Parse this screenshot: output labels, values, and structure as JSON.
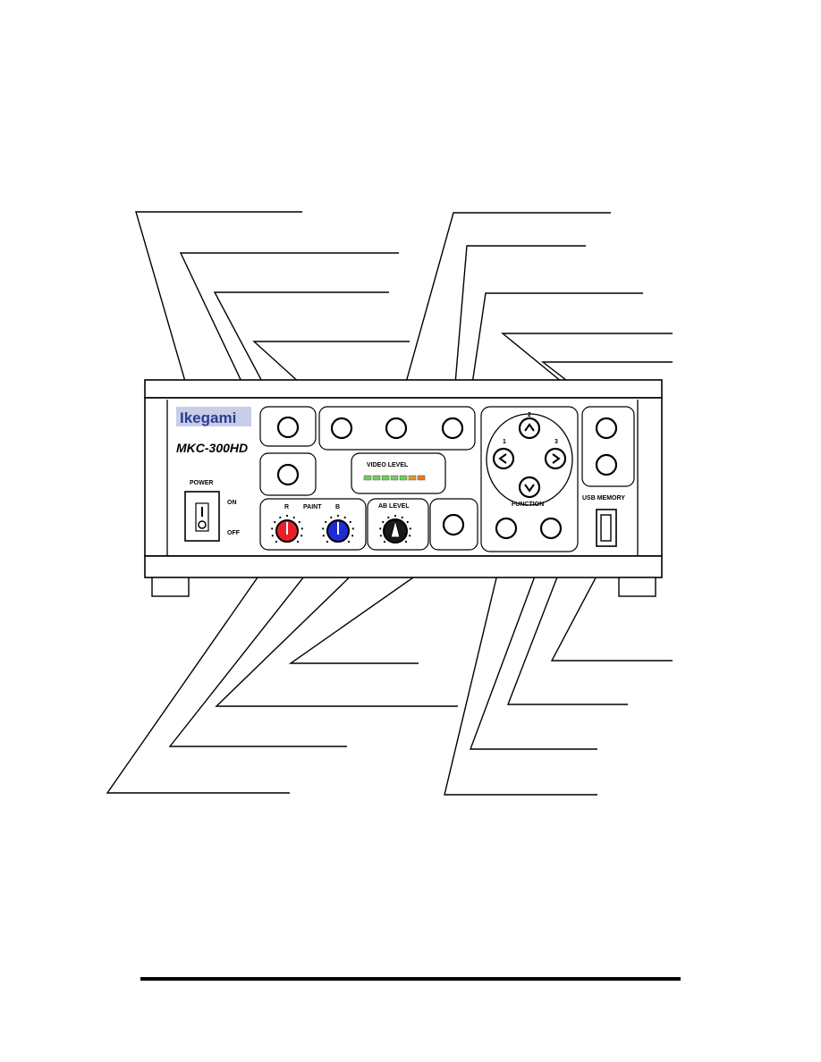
{
  "panel": {
    "brand": "Ikegami",
    "model": "MKC-300HD",
    "power_label": "POWER",
    "power_on": "ON",
    "power_off": "OFF",
    "video_level_label": "VIDEO LEVEL",
    "paint_label": "PAINT",
    "paint_r": "R",
    "paint_b": "B",
    "ab_level_label": "AB LEVEL",
    "function_label": "FUNCTION",
    "function_numbers": [
      "1",
      "2",
      "3"
    ],
    "usb_label": "USB MEMORY",
    "video_level_segment_colors": [
      "#6fcf5a",
      "#6fcf5a",
      "#6fcf5a",
      "#6fcf5a",
      "#6fcf5a",
      "#e09a2a",
      "#e07a2a"
    ]
  },
  "colors": {
    "paint_r_knob": "#e8202a",
    "paint_b_knob": "#1f2bd6",
    "brand": "#2a3d8f"
  }
}
